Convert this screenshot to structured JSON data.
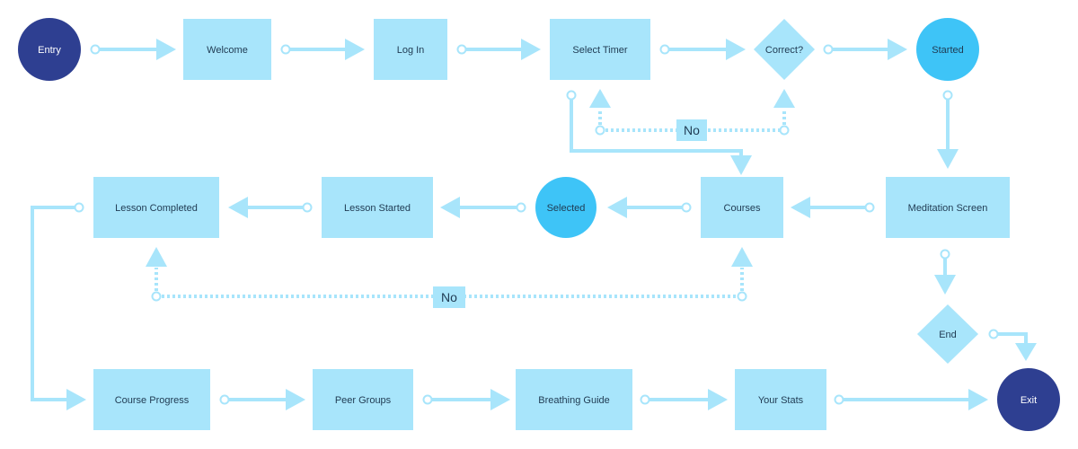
{
  "colors": {
    "box": "#a8e5fb",
    "line": "#a8e5fb",
    "dark_circle": "#2e3f91",
    "light_circle": "#3ec4f7",
    "text": "#1f3a52",
    "text_on_dark": "#ffffff"
  },
  "nodes": {
    "entry": "Entry",
    "welcome": "Welcome",
    "login": "Log In",
    "select_timer": "Select Timer",
    "correct": "Correct?",
    "started": "Started",
    "meditation_screen": "Meditation Screen",
    "courses": "Courses",
    "selected": "Selected",
    "lesson_started": "Lesson Started",
    "lesson_completed": "Lesson Completed",
    "end": "End",
    "course_progress": "Course Progress",
    "peer_groups": "Peer Groups",
    "breathing_guide": "Breathing Guide",
    "your_stats": "Your Stats",
    "exit": "Exit"
  },
  "labels": {
    "no_top": "No",
    "no_bottom": "No"
  }
}
